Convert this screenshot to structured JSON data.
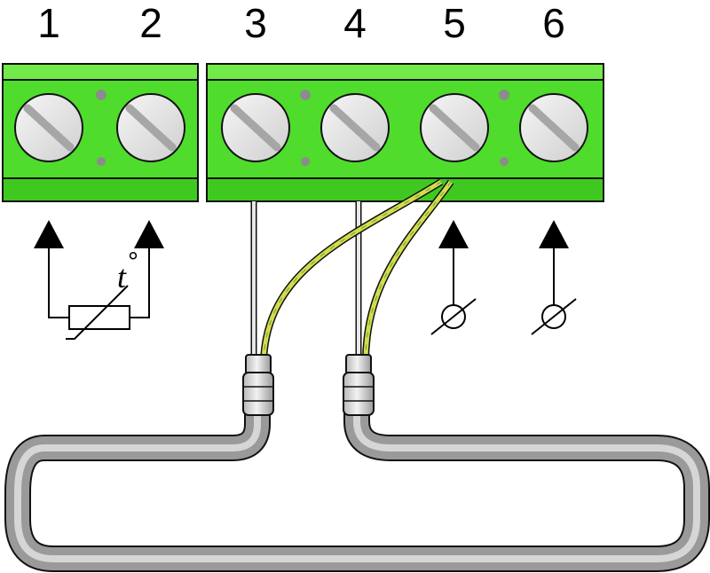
{
  "terminals": {
    "labels": [
      "1",
      "2",
      "3",
      "4",
      "5",
      "6"
    ]
  },
  "sensor": {
    "label": "t",
    "degree_symbol": "°"
  },
  "icons": {
    "sensor": "thermistor-icon",
    "cable": "heating-cable-icon",
    "arrows": "arrow-up-icon",
    "power": "power-terminal-icon"
  },
  "colors": {
    "terminal_block": "#4fdc2c",
    "terminal_block_light": "#7eee55",
    "screw_head": "#e4e4e4",
    "ground_wire": "#d4dc4a",
    "cable_sheath": "#a8a8a8",
    "outline": "#111111"
  }
}
